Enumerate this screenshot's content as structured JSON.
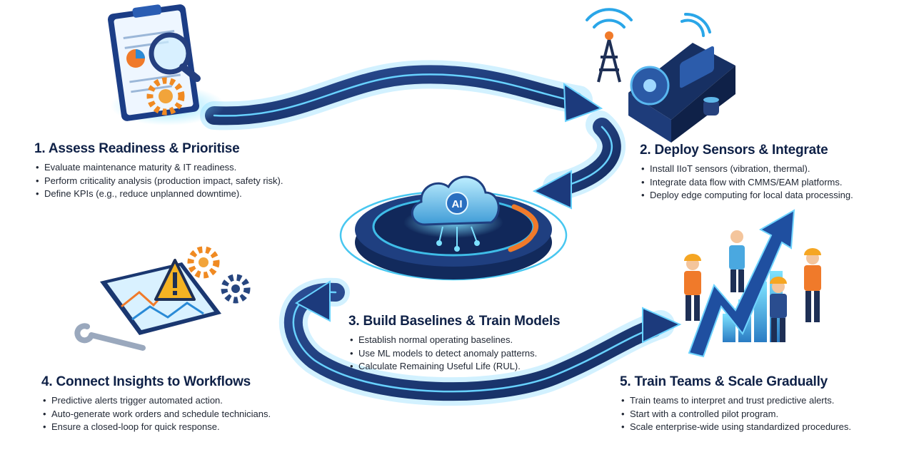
{
  "steps": [
    {
      "title": "1. Assess Readiness & Prioritise",
      "bullets": [
        "Evaluate maintenance maturity & IT readiness.",
        "Perform criticality analysis (production impact, safety risk).",
        "Define KPIs (e.g., reduce unplanned downtime)."
      ],
      "icon": "clipboard-magnifier-gear-icon"
    },
    {
      "title": "2. Deploy Sensors & Integrate",
      "bullets": [
        "Install IIoT sensors (vibration, thermal).",
        "Integrate data flow with CMMS/EAM platforms.",
        "Deploy edge computing for local data processing."
      ],
      "icon": "sensor-tower-machine-icon"
    },
    {
      "title": "3. Build Baselines & Train Models",
      "bullets": [
        "Establish normal operating baselines.",
        "Use ML models to detect anomaly patterns.",
        "Calculate Remaining Useful Life (RUL)."
      ],
      "icon": "ai-cloud-platform-icon"
    },
    {
      "title": "4. Connect Insights to Workflows",
      "bullets": [
        "Predictive alerts trigger automated action.",
        "Auto-generate work orders and schedule technicians.",
        "Ensure a closed-loop for quick response."
      ],
      "icon": "tablet-alert-gears-icon"
    },
    {
      "title": "5. Train Teams & Scale Gradually",
      "bullets": [
        "Train teams to interpret and trust predictive alerts.",
        "Start with a controlled pilot program.",
        "Scale enterprise-wide using standardized procedures."
      ],
      "icon": "team-growth-arrow-icon"
    }
  ],
  "center": {
    "badge": "AI"
  },
  "colors": {
    "road": "#1e3a7a",
    "road_glow": "#36c4f4",
    "accent_orange": "#f07a2a",
    "title_text": "#0f2147",
    "body_text": "#1f2633"
  }
}
